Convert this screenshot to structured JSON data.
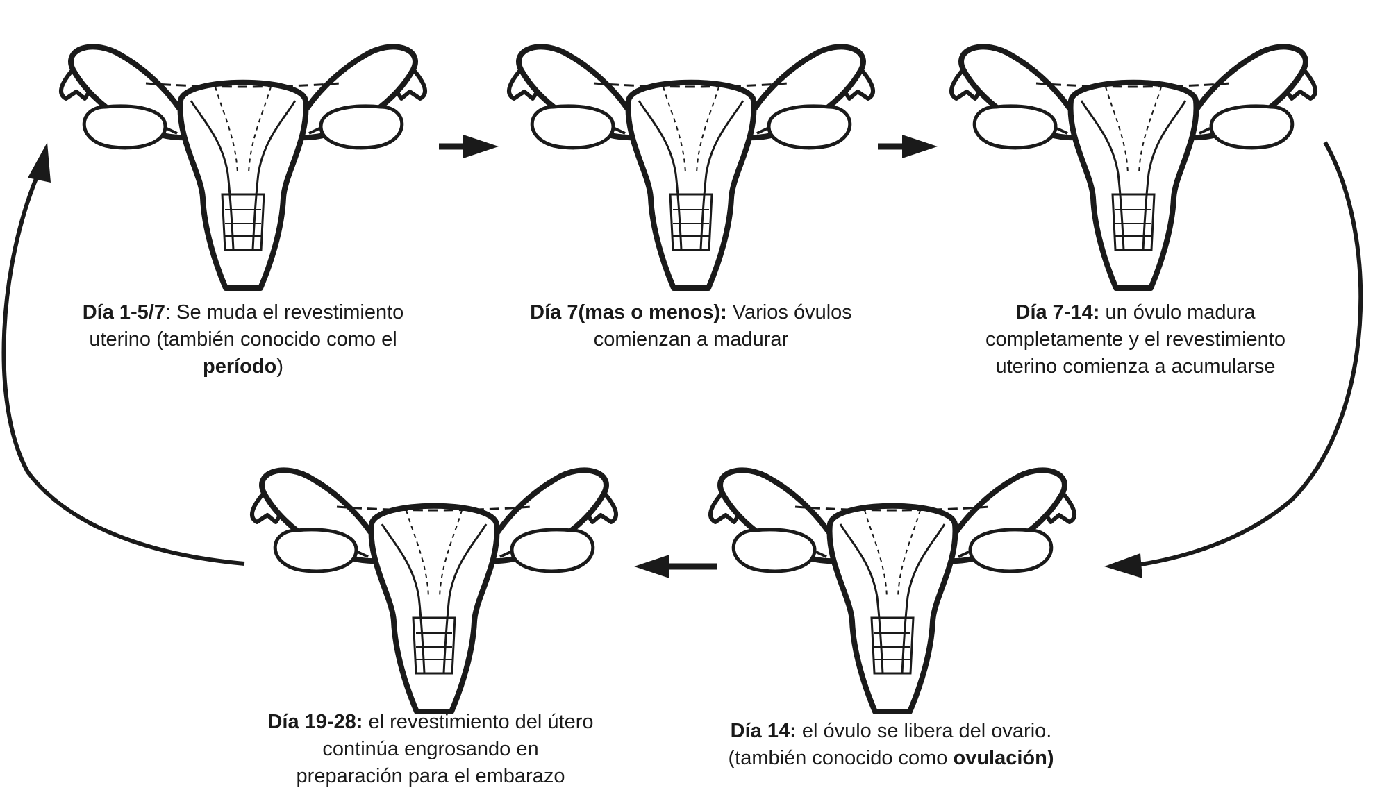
{
  "colors": {
    "ink": "#1a1a1a",
    "background": "#ffffff"
  },
  "icons": [
    "uterus-illustration",
    "arrow-right",
    "arrow-left",
    "curved-cycle-arrow"
  ],
  "stages": [
    {
      "id": "1",
      "caption_lines": [
        [
          {
            "text": "Día 1-5/7",
            "bold": true
          },
          {
            "text": ": Se muda el revestimiento",
            "bold": false
          }
        ],
        [
          {
            "text": "uterino (también conocido como el",
            "bold": false
          }
        ],
        [
          {
            "text": "período",
            "bold": true
          },
          {
            "text": ")",
            "bold": false
          }
        ]
      ]
    },
    {
      "id": "2",
      "caption_lines": [
        [
          {
            "text": "Día 7(mas o menos):",
            "bold": true
          },
          {
            "text": " Varios óvulos",
            "bold": false
          }
        ],
        [
          {
            "text": "comienzan a madurar",
            "bold": false
          }
        ]
      ]
    },
    {
      "id": "3",
      "caption_lines": [
        [
          {
            "text": "Día 7-14:",
            "bold": true
          },
          {
            "text": " un óvulo madura",
            "bold": false
          }
        ],
        [
          {
            "text": "completamente y el revestimiento",
            "bold": false
          }
        ],
        [
          {
            "text": "uterino comienza a acumularse",
            "bold": false
          }
        ]
      ]
    },
    {
      "id": "4",
      "caption_lines": [
        [
          {
            "text": "Día 14:",
            "bold": true
          },
          {
            "text": " el óvulo se libera del ovario.",
            "bold": false
          }
        ],
        [
          {
            "text": "(también conocido como ",
            "bold": false
          },
          {
            "text": "ovulación)",
            "bold": true
          }
        ]
      ]
    },
    {
      "id": "5",
      "caption_lines": [
        [
          {
            "text": "Día 19-28:",
            "bold": true
          },
          {
            "text": " el revestimiento del útero",
            "bold": false
          }
        ],
        [
          {
            "text": "continúa engrosando en",
            "bold": false
          }
        ],
        [
          {
            "text": "preparación para el embarazo",
            "bold": false
          }
        ]
      ]
    }
  ]
}
